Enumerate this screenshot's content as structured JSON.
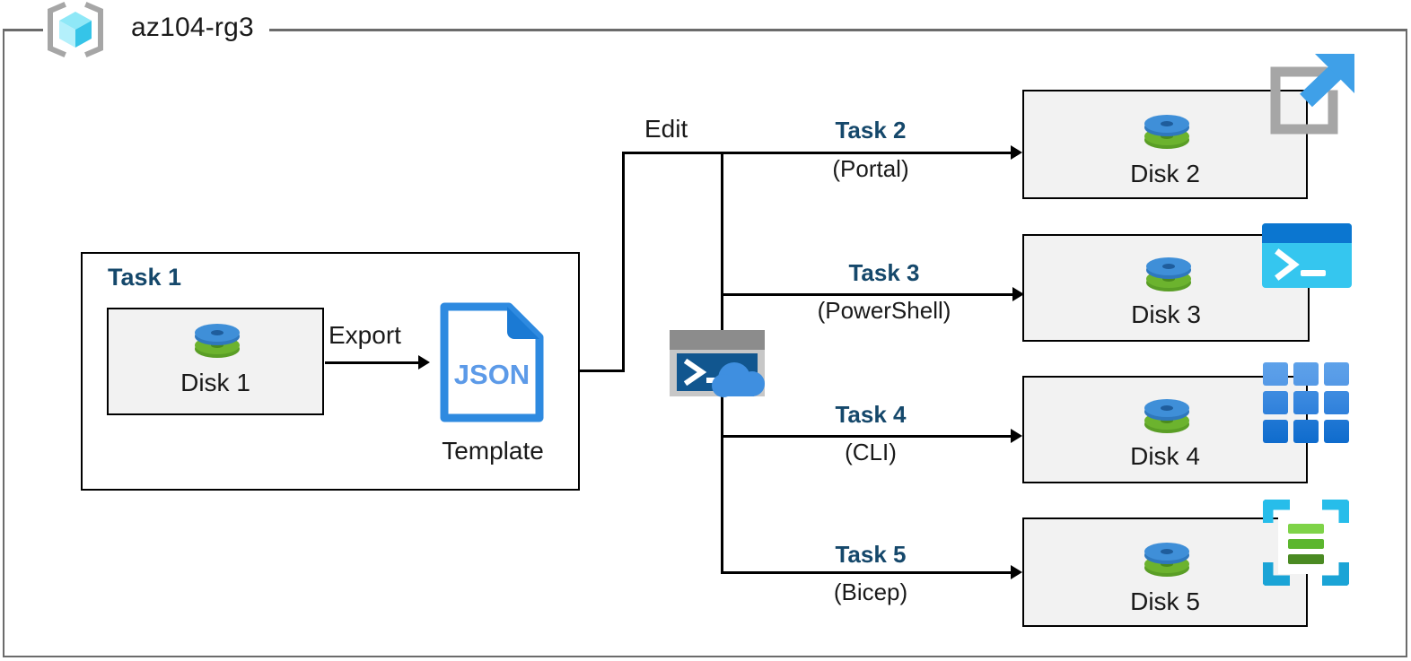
{
  "resource_group": {
    "name": "az104-rg3",
    "icon": "azure-resource-group-cube-icon"
  },
  "task1": {
    "title": "Task 1",
    "disk": {
      "label": "Disk 1",
      "icon": "managed-disk-icon"
    },
    "export_label": "Export",
    "template": {
      "file_type": "JSON",
      "caption": "Template",
      "icon": "json-file-icon"
    }
  },
  "edit_label": "Edit",
  "cloud_shell": {
    "icon": "cloud-shell-icon"
  },
  "branches": [
    {
      "task": "Task 2",
      "tool": "(Portal)",
      "disk": "Disk 2",
      "disk_icon": "managed-disk-icon",
      "service_icon": "azure-portal-icon"
    },
    {
      "task": "Task 3",
      "tool": "(PowerShell)",
      "disk": "Disk 3",
      "disk_icon": "managed-disk-icon",
      "service_icon": "powershell-icon"
    },
    {
      "task": "Task 4",
      "tool": "(CLI)",
      "disk": "Disk 4",
      "disk_icon": "managed-disk-icon",
      "service_icon": "azure-cli-grid-icon"
    },
    {
      "task": "Task 5",
      "tool": "(Bicep)",
      "disk": "Disk 5",
      "disk_icon": "managed-disk-icon",
      "service_icon": "bicep-icon"
    }
  ],
  "colors": {
    "task_label": "#15486b",
    "frame_border": "#6b6b6b",
    "box_border": "#000000",
    "disk_box_fill": "#f2f2f2",
    "disk_top": "#3f8fd8",
    "disk_bottom": "#6cb32e",
    "json_blue": "#2e8ae0",
    "json_text": "#5c9ae8",
    "portal_gray": "#a6a6a6",
    "portal_arrow": "#3fa0e8",
    "powershell_bar": "#0b76d0",
    "powershell_body": "#35c6ef",
    "cli_blue": "#2a7fd4",
    "bicep_cyan": "#27bdea",
    "bicep_green": "#6cc040",
    "cube_cyan": "#49d3f2"
  }
}
